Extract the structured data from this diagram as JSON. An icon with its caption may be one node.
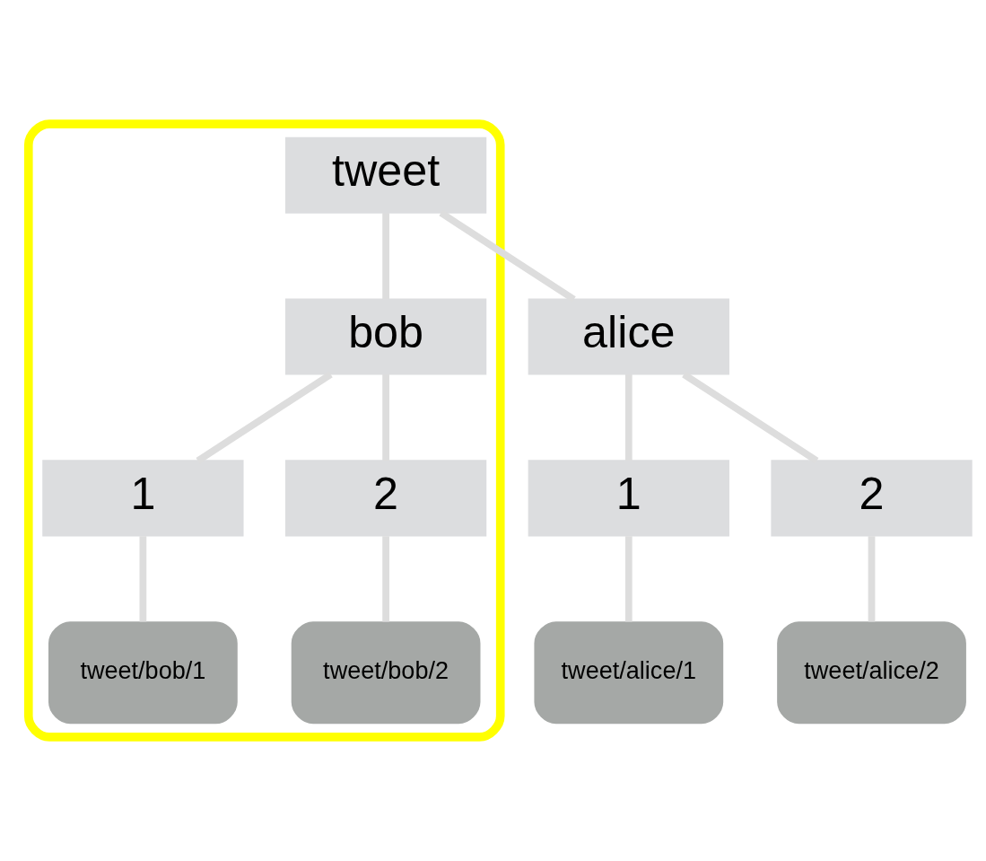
{
  "diagram": {
    "nodes": [
      {
        "text": [],
        "shape": "loop"
      },
      {
        "text": [
          "tweet"
        ],
        "in": 0
      },
      {
        "text": [
          "alice"
        ]
      },
      {
        "text": [
          "bob"
        ],
        "in": 0
      },
      {
        "text": [
          "1"
        ]
      },
      {
        "text": [
          "2"
        ]
      },
      {
        "text": [
          "1"
        ],
        "in": 0
      },
      {
        "text": [
          "2"
        ],
        "in": 0
      },
      {
        "text": [
          "tweet/alice/1"
        ]
      },
      {
        "text": [
          "tweet/alice/2"
        ]
      },
      {
        "text": [
          "tweet/bob/1"
        ],
        "in": 0
      },
      {
        "text": [
          "tweet/bob/2"
        ],
        "in": 0
      }
    ],
    "edges": [
      {
        "from": 1,
        "to": 2,
        "arrow": "none"
      },
      {
        "from": 1,
        "to": 3,
        "arrow": "none"
      },
      {
        "from": 2,
        "to": 4,
        "arrow": "none"
      },
      {
        "from": 2,
        "to": 5,
        "arrow": "none"
      },
      {
        "from": 3,
        "to": 6,
        "arrow": "none"
      },
      {
        "from": 3,
        "to": 7,
        "arrow": "none"
      },
      {
        "from": 4,
        "to": 8,
        "arrow": "none"
      },
      {
        "from": 5,
        "to": 9,
        "arrow": "none"
      },
      {
        "from": 6,
        "to": 10,
        "arrow": "none"
      },
      {
        "from": 7,
        "to": 11,
        "arrow": "none"
      }
    ]
  }
}
